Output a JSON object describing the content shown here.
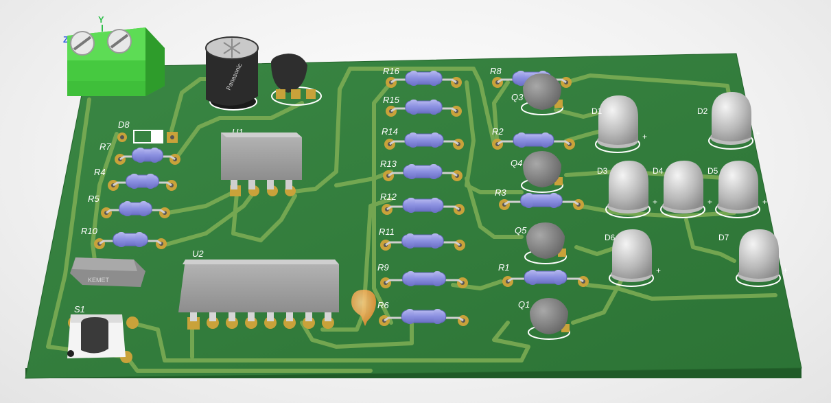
{
  "view": {
    "axis_labels": {
      "y": "Y",
      "z": "Z"
    },
    "board_color": "#2f7a3a",
    "trace_color": "#7fae55",
    "pad_color": "#c9a23a"
  },
  "components": {
    "connector": {
      "name": "terminal-block"
    },
    "capacitor": {
      "brand": "Panasonic"
    },
    "crystal": {
      "brand": "KEMET"
    },
    "diode_d8": {
      "label": "D8"
    },
    "ics": {
      "u1": "U1",
      "u2": "U2"
    },
    "switch": {
      "label": "S1"
    },
    "resistors": {
      "R16": "R16",
      "R15": "R15",
      "R14": "R14",
      "R13": "R13",
      "R12": "R12",
      "R11": "R11",
      "R9": "R9",
      "R6": "R6",
      "R8": "R8",
      "R2": "R2",
      "R3": "R3",
      "R1": "R1",
      "R7": "R7",
      "R4": "R4",
      "R5": "R5",
      "R10": "R10"
    },
    "transistors": {
      "Q3": "Q3",
      "Q4": "Q4",
      "Q5": "Q5",
      "Q1": "Q1"
    },
    "leds": {
      "D1": "D1",
      "D2": "D2",
      "D3": "D3",
      "D4": "D4",
      "D5": "D5",
      "D6": "D6",
      "D7": "D7"
    },
    "led_polarity": "+"
  }
}
